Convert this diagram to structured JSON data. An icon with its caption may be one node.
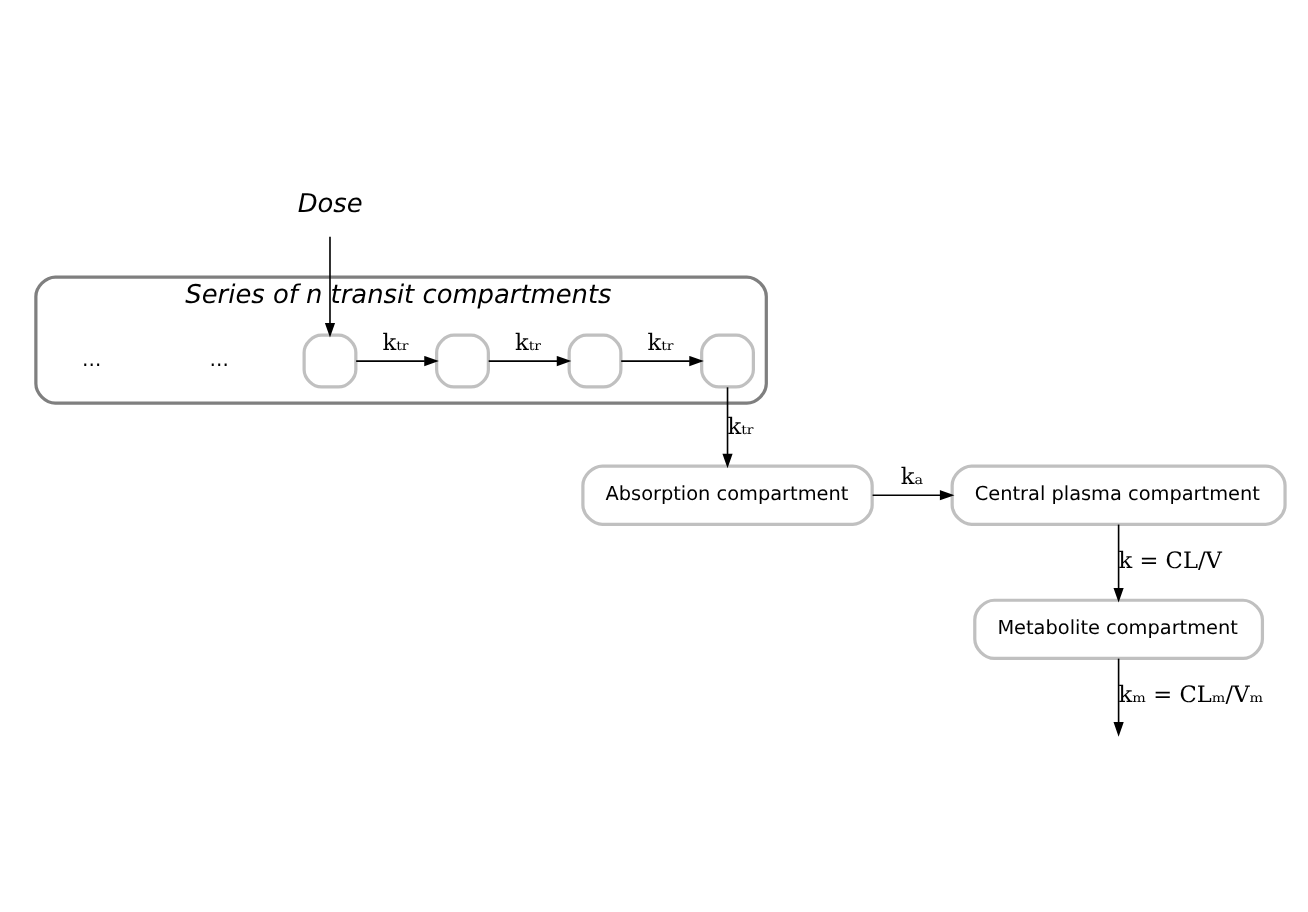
{
  "diagram": {
    "nodes": [
      {
        "text": [
          "Series of n transit compartments"
        ]
      },
      {
        "text": [],
        "shape": "box",
        "in": 0
      },
      {
        "text": [],
        "shape": "box",
        "in": 0
      },
      {
        "text": [],
        "shape": "box",
        "in": 0
      },
      {
        "text": [],
        "shape": "box",
        "in": 0
      },
      {
        "text": [
          "Dose"
        ]
      },
      {
        "text": [
          "Absorption compartment"
        ]
      },
      {
        "text": [
          "Central plasma compartment"
        ]
      },
      {
        "text": [
          "Metabolite compartment"
        ]
      }
    ],
    "edges": [
      {
        "from": 5,
        "to": 1,
        "arrow": "to"
      },
      {
        "from": 1,
        "to": 2,
        "arrow": "to",
        "label": "kₜᵣ"
      },
      {
        "from": 2,
        "to": 3,
        "arrow": "to",
        "label": "kₜᵣ"
      },
      {
        "from": 3,
        "to": 4,
        "arrow": "to",
        "label": "kₜᵣ"
      },
      {
        "from": 4,
        "to": 6,
        "arrow": "to",
        "label": "kₜᵣ"
      },
      {
        "from": 6,
        "to": 7,
        "arrow": "to",
        "label": "kₐ"
      },
      {
        "from": 7,
        "to": 8,
        "arrow": "to",
        "label": "k = CL/V"
      },
      {
        "from": 8,
        "to": null,
        "arrow": "to",
        "label": "kₘ = CLₘ/Vₘ"
      }
    ],
    "labels": [
      "…",
      "…"
    ]
  }
}
